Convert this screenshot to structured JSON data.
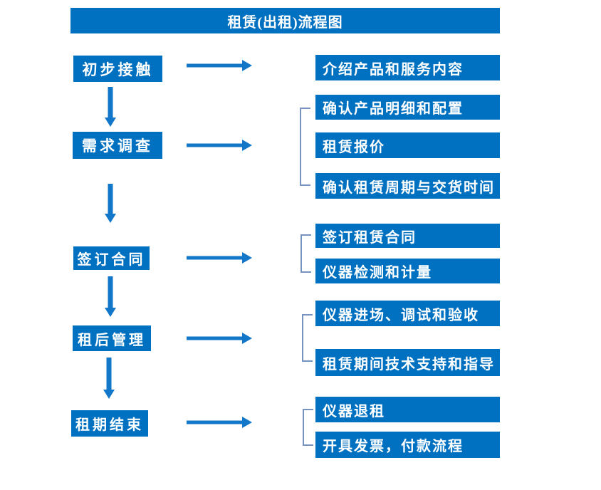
{
  "title": "租赁(出租)流程图",
  "colors": {
    "box": "#0070C0",
    "arrow": "#1377C9",
    "bracket": "#7793BF",
    "text": "#FFFFFF",
    "background": "#FFFFFF"
  },
  "flow": {
    "steps": [
      {
        "label": "初步接触",
        "details": [
          "介绍产品和服务内容"
        ]
      },
      {
        "label": "需求调查",
        "details": [
          "确认产品明细和配置",
          "租赁报价",
          "确认租赁周期与交货时间"
        ]
      },
      {
        "label": "签订合同",
        "details": [
          "签订租赁合同",
          "仪器检测和计量"
        ]
      },
      {
        "label": "租后管理",
        "details": [
          "仪器进场、调试和验收",
          "租赁期间技术支持和指导"
        ]
      },
      {
        "label": "租期结束",
        "details": [
          "仪器退租",
          "开具发票，付款流程"
        ]
      }
    ]
  }
}
